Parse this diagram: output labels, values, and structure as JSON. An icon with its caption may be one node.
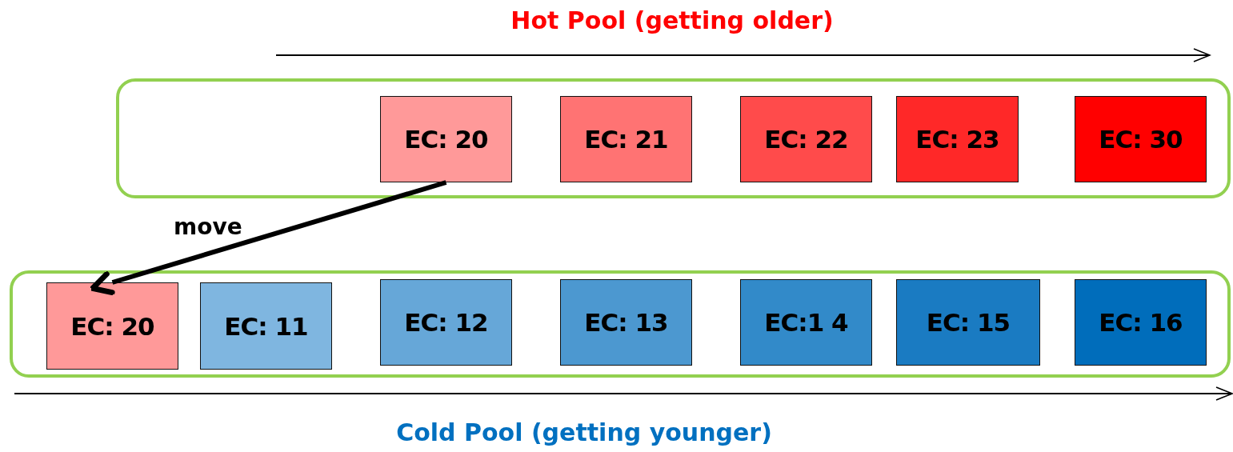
{
  "diagram": {
    "nodes": [
      {
        "text": [],
        "shape": "box",
        "beside": [
          "Hot Pool (getting older)"
        ]
      },
      {
        "text": [
          "EC: 20"
        ],
        "in": 0
      },
      {
        "text": [
          "EC: 21"
        ],
        "in": 0
      },
      {
        "text": [
          "EC: 22"
        ],
        "in": 0
      },
      {
        "text": [
          "EC: 23"
        ],
        "in": 0
      },
      {
        "text": [
          "EC: 30"
        ],
        "in": 0
      },
      {
        "text": [],
        "shape": "box",
        "beside": [
          "Cold Pool (getting younger)"
        ]
      },
      {
        "text": [
          "EC: 20"
        ],
        "in": 6
      },
      {
        "text": [
          "EC: 11"
        ],
        "in": 6
      },
      {
        "text": [
          "EC: 12"
        ],
        "in": 6
      },
      {
        "text": [
          "EC: 13"
        ],
        "in": 6
      },
      {
        "text": [
          "EC:1 4"
        ],
        "in": 6
      },
      {
        "text": [
          "EC: 15"
        ],
        "in": 6
      },
      {
        "text": [
          "EC: 16"
        ],
        "in": 6
      }
    ],
    "edges": [
      {
        "from": 1,
        "to": 7,
        "arrow": "to",
        "label": "move"
      }
    ]
  }
}
